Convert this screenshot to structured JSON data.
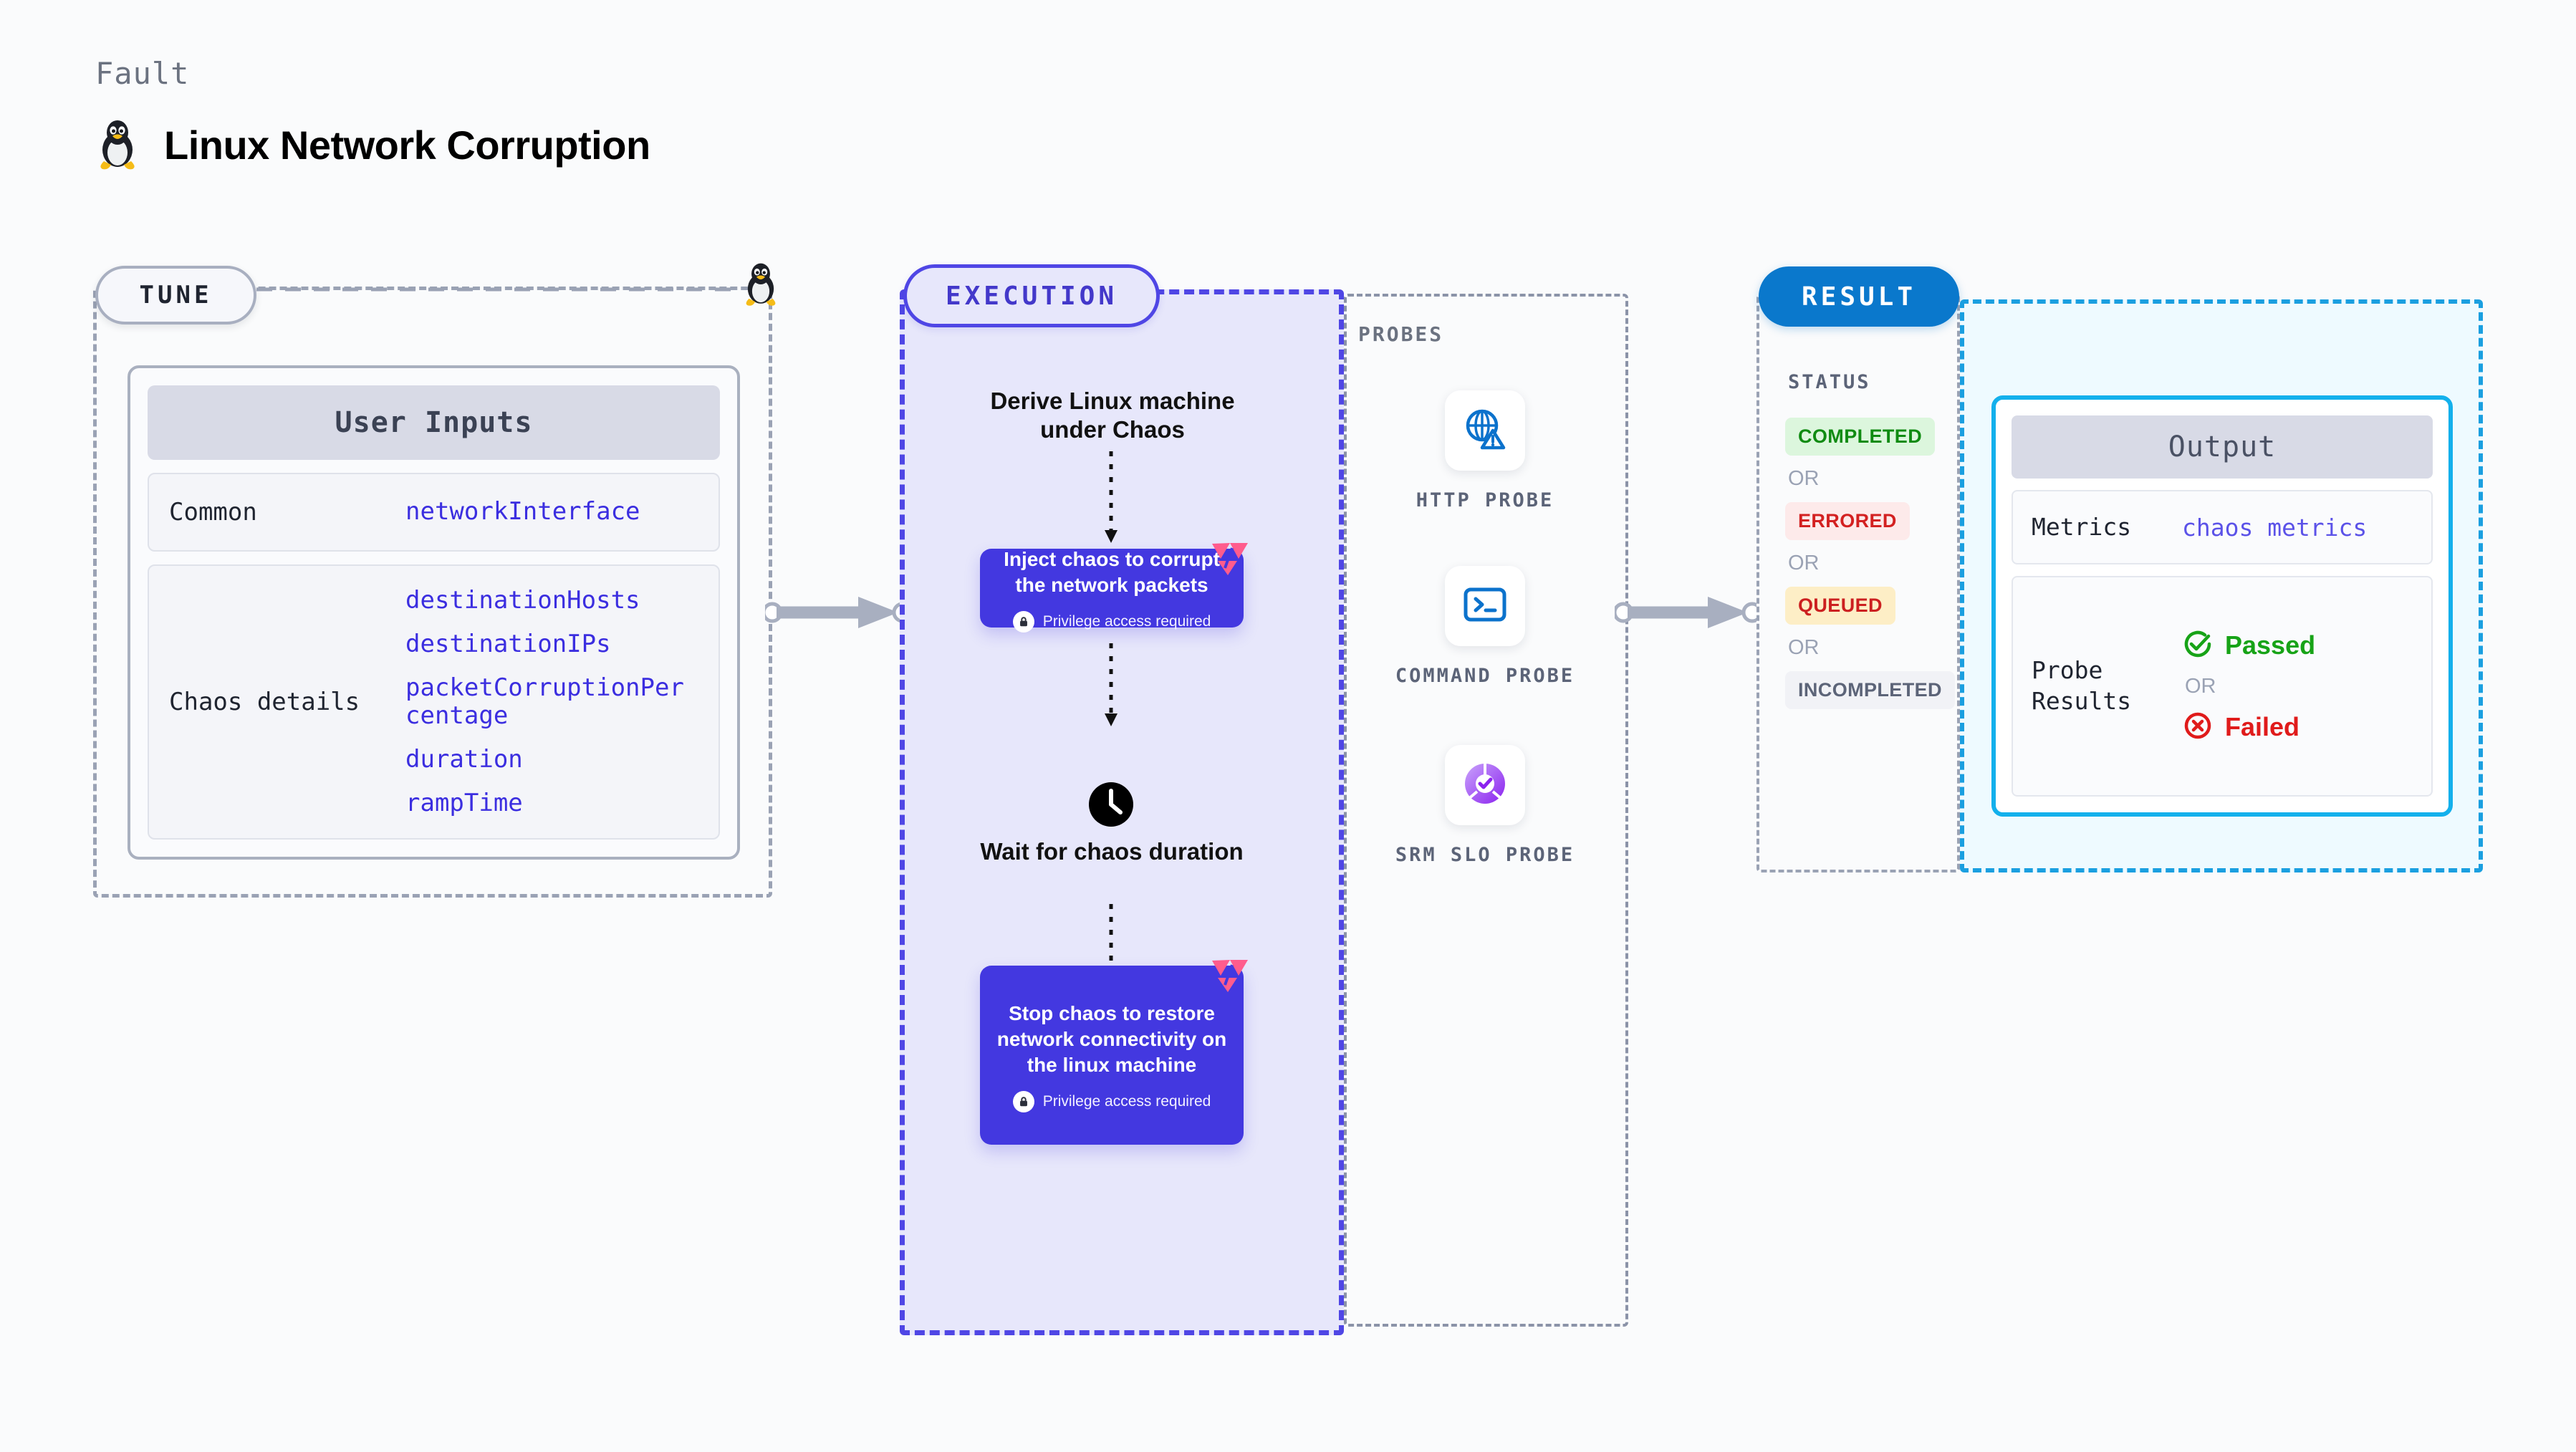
{
  "header": {
    "kicker": "Fault",
    "title": "Linux Network Corruption",
    "icon": "linux-penguin-icon"
  },
  "tune": {
    "pill_label": "TUNE",
    "corner_icon": "linux-penguin-icon",
    "card": {
      "header": "User Inputs",
      "rows": [
        {
          "label": "Common",
          "values": [
            "networkInterface"
          ]
        },
        {
          "label": "Chaos details",
          "values": [
            "destinationHosts",
            "destinationIPs",
            "packetCorruptionPercentage",
            "duration",
            "rampTime"
          ]
        }
      ]
    }
  },
  "execution": {
    "pill_label": "EXECUTION",
    "steps": [
      {
        "type": "label",
        "text": "Derive Linux machine under Chaos"
      },
      {
        "type": "node",
        "title": "Inject chaos to corrupt the network packets",
        "privilege": "Privilege access required",
        "badge_icon": "litmus-chaos-icon",
        "lock_icon": "lock-icon"
      },
      {
        "type": "label",
        "text": "Wait for chaos duration",
        "icon": "clock-icon"
      },
      {
        "type": "node",
        "title": "Stop chaos to restore network connectivity on the linux machine",
        "privilege": "Privilege access required",
        "badge_icon": "litmus-chaos-icon",
        "lock_icon": "lock-icon"
      }
    ]
  },
  "probes": {
    "section_label": "PROBES",
    "items": [
      {
        "name": "HTTP PROBE",
        "icon": "globe-warning-icon"
      },
      {
        "name": "COMMAND PROBE",
        "icon": "terminal-icon"
      },
      {
        "name": "SRM SLO PROBE",
        "icon": "slo-donut-check-icon"
      }
    ]
  },
  "result": {
    "pill_label": "RESULT",
    "status_label": "STATUS",
    "or_label": "OR",
    "statuses": [
      {
        "text": "COMPLETED",
        "bg": "#dcf6dd",
        "fg": "#108b12"
      },
      {
        "text": "ERRORED",
        "bg": "#fdeaea",
        "fg": "#d32121"
      },
      {
        "text": "QUEUED",
        "bg": "#fdeec6",
        "fg": "#cc2020"
      },
      {
        "text": "INCOMPLETED",
        "bg": "#f1f2f6",
        "fg": "#5c6478"
      }
    ]
  },
  "output": {
    "header": "Output",
    "metrics_label": "Metrics",
    "metrics_value": "chaos metrics",
    "probe_results_label": "Probe Results",
    "or_label": "OR",
    "verdicts": [
      {
        "text": "Passed",
        "color": "#17a317",
        "icon": "check-circle-icon"
      },
      {
        "text": "Failed",
        "color": "#e01b1b",
        "icon": "x-circle-icon"
      }
    ]
  },
  "colors": {
    "accent_indigo": "#4338e0",
    "accent_blue": "#0a78cc",
    "accent_cyan": "#13b0ec",
    "litmus_pink": "#ff5c8d",
    "mono_value": "#3b2ee0"
  }
}
